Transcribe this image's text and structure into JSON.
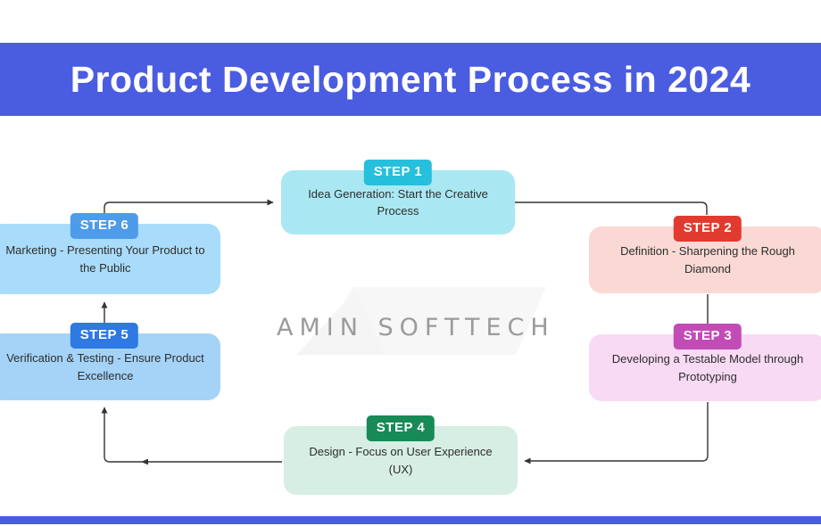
{
  "header": {
    "title": "Product Development Process in 2024",
    "bg_color": "#4A5CE0"
  },
  "watermark": {
    "text": "AMIN SOFTTECH",
    "color": "#9B9B9E"
  },
  "footer": {
    "bar_color": "#4A5CE0"
  },
  "diagram": {
    "arrow_color": "#333333",
    "flow_order": [
      "STEP 1",
      "STEP 2",
      "STEP 3",
      "STEP 4",
      "STEP 5",
      "STEP 6"
    ],
    "steps": [
      {
        "badge": "STEP 1",
        "label": "Idea Generation: Start the Creative Process",
        "badge_color": "#26BFDC",
        "box_color": "#A9E8F3"
      },
      {
        "badge": "STEP 2",
        "label": "Definition - Sharpening the Rough Diamond",
        "badge_color": "#E13B2F",
        "box_color": "#FAD9D4"
      },
      {
        "badge": "STEP 3",
        "label": "Developing a Testable Model through Prototyping",
        "badge_color": "#C24CB6",
        "box_color": "#F8DAF4"
      },
      {
        "badge": "STEP 4",
        "label": "Design - Focus on User Experience (UX)",
        "badge_color": "#178A57",
        "box_color": "#D6EEE4"
      },
      {
        "badge": "STEP 5",
        "label": "Verification & Testing - Ensure Product Excellence",
        "badge_color": "#2E79E2",
        "box_color": "#A5D3F8"
      },
      {
        "badge": "STEP 6",
        "label": "Marketing - Presenting Your Product to the Public",
        "badge_color": "#4E9BE9",
        "box_color": "#A9DCFA"
      }
    ]
  }
}
